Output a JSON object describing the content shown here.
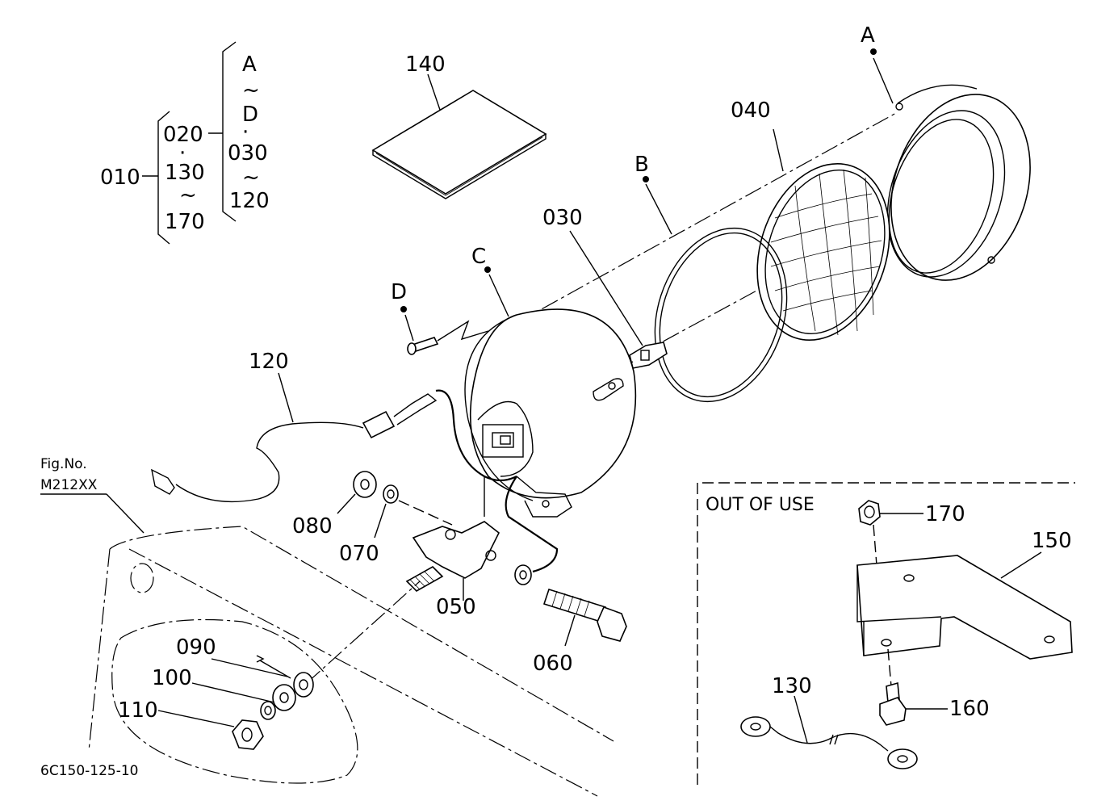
{
  "diagram": {
    "part_numbers": {
      "p010": "010",
      "p020": "020",
      "p030": "030",
      "p040": "040",
      "p050": "050",
      "p060": "060",
      "p070": "070",
      "p080": "080",
      "p090": "090",
      "p100": "100",
      "p110": "110",
      "p120": "120",
      "p130": "130",
      "p140": "140",
      "p150": "150",
      "p160": "160",
      "p170": "170"
    },
    "reference_points": {
      "a": "A",
      "b": "B",
      "c": "C",
      "d": "D"
    },
    "assembly_legend": {
      "col1": [
        "020",
        "130",
        "170"
      ],
      "col2_top": "A",
      "col2_d": "D",
      "col2_030": "030",
      "col2_120": "120",
      "tilde": "~",
      "dot": "·"
    },
    "figure_reference": {
      "label": "Fig.No.",
      "code": "M212XX"
    },
    "out_of_use_label": "OUT OF USE",
    "drawing_id": "6C150-125-10"
  }
}
